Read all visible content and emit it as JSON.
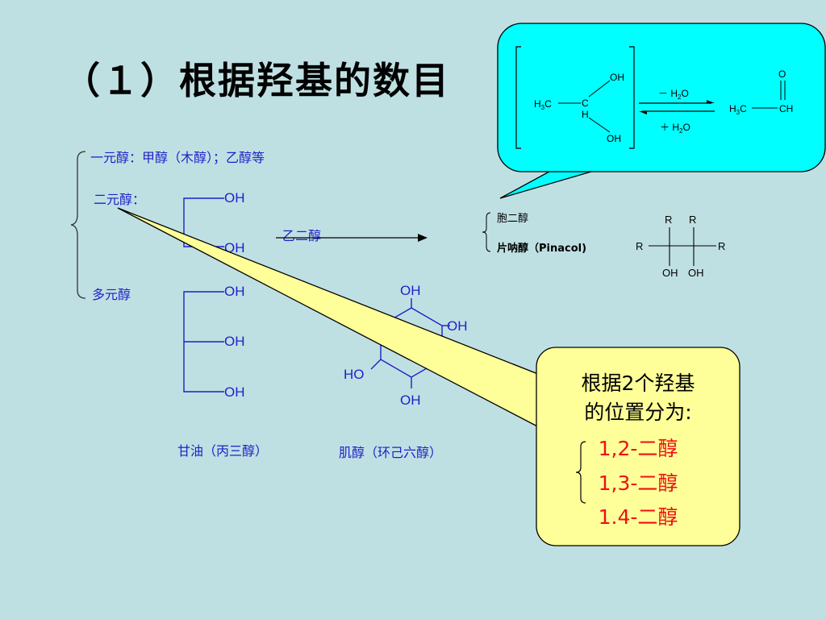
{
  "title": "（１）根据羟基的数目",
  "classification": {
    "monohydric": "一元醇：甲醇（木醇）；乙醇等",
    "dihydric": "二元醇：",
    "polyhydric": "多元醇"
  },
  "diol": {
    "oh_top": "OH",
    "oh_bottom": "OH",
    "name": "乙二醇"
  },
  "diol_types": {
    "geminal": "胞二醇",
    "pinacol": "片呐醇（Pinacol)"
  },
  "pinacol_structure": {
    "r": "R",
    "oh": "OH"
  },
  "glycerol": {
    "oh": "OH",
    "name": "甘油（丙三醇）"
  },
  "inositol": {
    "oh": "OH",
    "ho": "HO",
    "name": "肌醇（环己六醇）"
  },
  "chem_callout": {
    "oh": "OH",
    "h": "H",
    "c": "C",
    "h3c": "H3C",
    "minus_water": "－ H2O",
    "plus_water": "＋ H2O",
    "o": "O",
    "ch": "CH"
  },
  "yellow_callout": {
    "line1": "根据2个羟基",
    "line2": "的位置分为:",
    "items": [
      "1,2-二醇",
      "1,3-二醇",
      "1.4-二醇"
    ]
  },
  "colors": {
    "background": "#bfe0e3",
    "text_blue": "#1f1fc8",
    "callout_cyan": "#00ffff",
    "callout_yellow": "#ffff99",
    "highlight_red": "#ee1111"
  }
}
